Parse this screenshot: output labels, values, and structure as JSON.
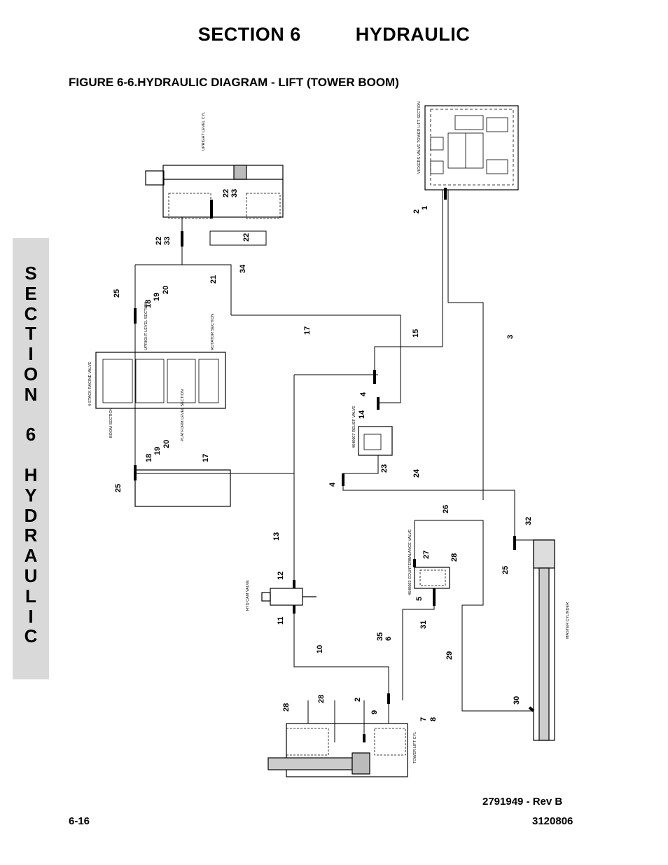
{
  "header": {
    "section_label": "SECTION 6",
    "section_title": "HYDRAULIC"
  },
  "figure": {
    "title": "FIGURE 6-6.HYDRAULIC DIAGRAM - LIFT (TOWER BOOM)",
    "revision": "2791949 - Rev B"
  },
  "side_tab": {
    "letters": [
      "S",
      "E",
      "C",
      "T",
      "I",
      "O",
      "N",
      " ",
      "6",
      " ",
      "H",
      "Y",
      "D",
      "R",
      "A",
      "U",
      "L",
      "I",
      "C"
    ]
  },
  "footer": {
    "page_number": "6-16",
    "doc_number": "3120806"
  },
  "components": {
    "upright_level_cyl": "UPRIGHT LEVEL CYL",
    "vickers_valve": "VICKERS VALVE TOWER LIFT SECTION",
    "racine_valve": "4-STACK RACINE VALVE",
    "relief_valve": "4640607 RELIEF VALVE",
    "cam_valve": "HYD CAM VALVE",
    "counterbalance_valve": "4640663 COUNTERBALANCE VALVE",
    "master_cylinder": "MASTER CYLINDER",
    "tower_lift_cyl": "TOWER LIFT CYL",
    "section_labels": [
      "UPRIGHT LEVEL SECTION",
      "ROTATOR SECTION",
      "BOOM SECTION",
      "PLATFORM LEVEL SECTION"
    ]
  },
  "callouts": {
    "c1": "1",
    "c2": "2",
    "c3": "3",
    "c4a": "4",
    "c4b": "4",
    "c5": "5",
    "c6": "6",
    "c7": "7",
    "c8": "8",
    "c9": "9",
    "c10": "10",
    "c11": "11",
    "c12": "12",
    "c13": "13",
    "c14": "14",
    "c15": "15",
    "c17a": "17",
    "c17b": "17",
    "c18a": "18",
    "c19a": "19",
    "c20a": "20",
    "c18b": "18",
    "c19b": "19",
    "c20b": "20",
    "c21": "21",
    "c22a": "22",
    "c33a": "33",
    "c22b": "22",
    "c33b": "33",
    "c22c": "22",
    "c23": "23",
    "c24": "24",
    "c25a": "25",
    "c25b": "25",
    "c25c": "25",
    "c26": "26",
    "c27": "27",
    "c28a": "28",
    "c28b": "28",
    "c28c": "28",
    "c29": "29",
    "c30": "30",
    "c31": "31",
    "c32": "32",
    "c34": "34",
    "c35": "35",
    "c2b": "2"
  }
}
